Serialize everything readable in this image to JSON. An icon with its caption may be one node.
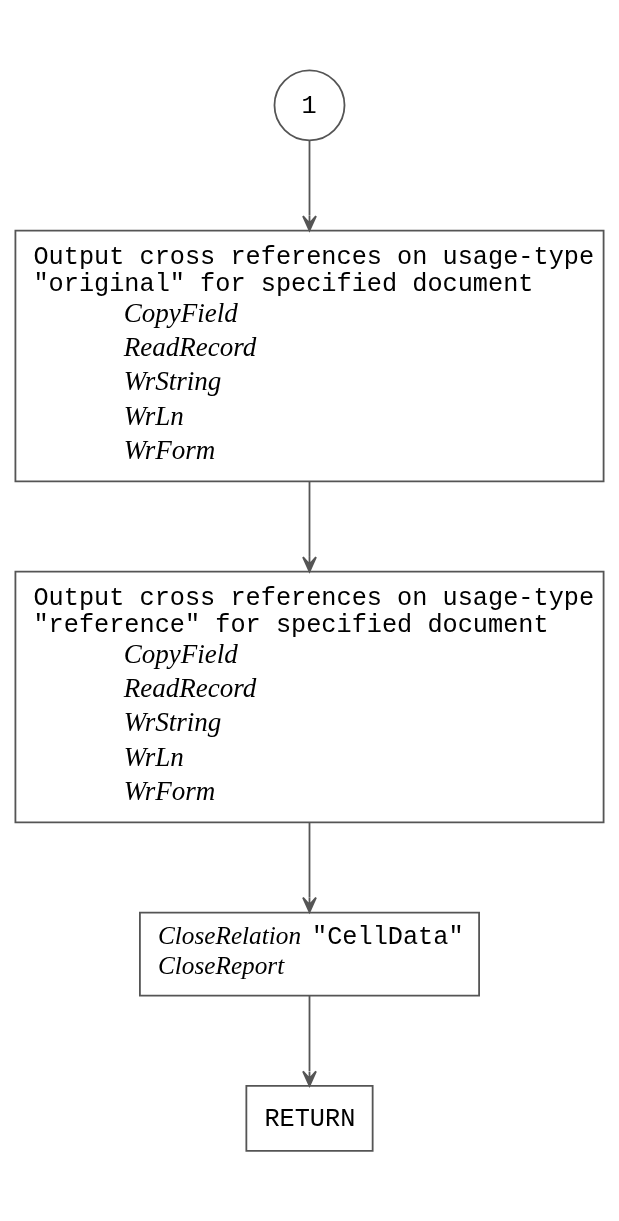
{
  "diagram": {
    "nodes": [
      {
        "text": [
          "1"
        ]
      },
      {
        "text": [
          "Output cross references on usage-type \"original\" for specified document",
          "CopyField",
          "ReadRecord",
          "WrString",
          "WrLn",
          "WrForm"
        ]
      },
      {
        "text": [
          "Output cross references on usage-type \"reference\" for specified document",
          "CopyField",
          "ReadRecord",
          "WrString",
          "WrLn",
          "WrForm"
        ]
      },
      {
        "text": [
          "*CloseRelation* \"CellData\"",
          "CloseReport"
        ]
      },
      {
        "text": [
          "RETURN"
        ]
      }
    ],
    "edges": [
      {
        "from": 0,
        "to": 1,
        "arrow": "to"
      },
      {
        "from": 1,
        "to": 2,
        "arrow": "to"
      },
      {
        "from": 2,
        "to": 3,
        "arrow": "to"
      },
      {
        "from": 3,
        "to": 4,
        "arrow": "to"
      }
    ]
  }
}
